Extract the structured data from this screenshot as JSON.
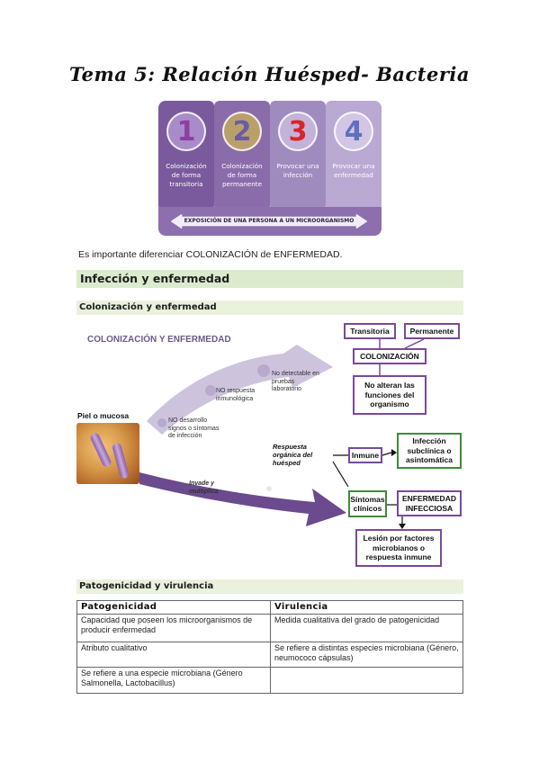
{
  "title": "Tema 5: Relación Huésped- Bacteria",
  "stages": [
    {
      "number": "1",
      "label": "Colonización de forma transitoria",
      "bg": "#7a5a9c",
      "num_color": "#8e3fa0",
      "circle_bg": "#a98bc9"
    },
    {
      "number": "2",
      "label": "Colonización de forma permanente",
      "bg": "#8a6cab",
      "num_color": "#6c5aa8",
      "circle_bg": "#b9a06a"
    },
    {
      "number": "3",
      "label": "Provocar una infección",
      "bg": "#a08bbf",
      "num_color": "#d8242a",
      "circle_bg": "#c3b3d8"
    },
    {
      "number": "4",
      "label": "Provocar una enfermedad",
      "bg": "#b9a9d3",
      "num_color": "#6070c0",
      "circle_bg": "#d2c6e4"
    }
  ],
  "stage_band_text": "EXPOSICIÓN DE UNA PERSONA A UN MICROORGANISMO",
  "intro": "Es importante diferenciar COLONIZACIÓN de ENFERMEDAD.",
  "section1": "Infección y enfermedad",
  "section1a": "Colonización y enfermedad",
  "diagram": {
    "title": "COLONIZACIÓN Y ENFERMEDAD",
    "skin_label": "Piel o mucosa",
    "no_signos": "NO desarrollo signos o síntomas de infección",
    "no_respuesta": "NO respuesta inmunológica",
    "no_detectable": "No detectable en pruebas laboratorio",
    "invade": "Invade y multiplica",
    "respuesta": "Respuesta orgánica del huésped",
    "box_transitoria": "Transitoria",
    "box_permanente": "Permanente",
    "box_colonizacion": "COLONIZACIÓN",
    "box_no_alteran": "No alteran las funciones del organismo",
    "box_inmune": "Inmune",
    "box_subclinica": "Infección subclínica o asintomática",
    "box_sintomas": "Síntomas clínicos",
    "box_enfermedad": "ENFERMEDAD INFECCIOSA",
    "box_lesion": "Lesión por factores microbianos o respuesta inmune",
    "accent": "#7a4a96",
    "green": "#3f8a3a"
  },
  "section1b": "Patogenicidad y virulencia",
  "table": {
    "headers": [
      "Patogenicidad",
      "Virulencia"
    ],
    "rows": [
      [
        "Capacidad que poseen los microorganismos de producir enfermedad",
        "Medida cualitativa del grado de patogenicidad"
      ],
      [
        "Atributo cualitativo",
        "Se refiere a distintas especies microbiana (Género, neumococo cápsulas)"
      ],
      [
        "Se refiere a una especie microbiana (Género Salmonella, Lactobacillus)",
        ""
      ]
    ]
  }
}
